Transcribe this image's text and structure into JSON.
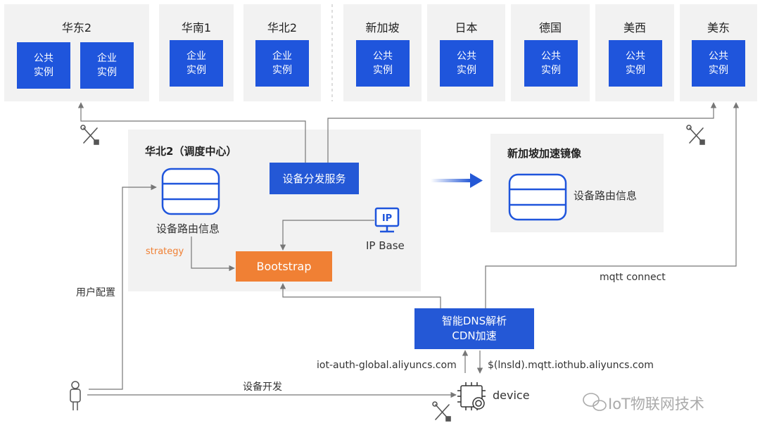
{
  "regions": [
    {
      "name": "华东2",
      "instances": [
        "公共\n实例",
        "企业\n实例"
      ]
    },
    {
      "name": "华南1",
      "instances": [
        "企业\n实例"
      ]
    },
    {
      "name": "华北2",
      "instances": [
        "企业\n实例"
      ]
    },
    {
      "name": "新加坡",
      "instances": [
        "公共\n实例"
      ]
    },
    {
      "name": "日本",
      "instances": [
        "公共\n实例"
      ]
    },
    {
      "name": "德国",
      "instances": [
        "公共\n实例"
      ]
    },
    {
      "name": "美西",
      "instances": [
        "公共\n实例"
      ]
    },
    {
      "name": "美东",
      "instances": [
        "公共\n实例"
      ]
    }
  ],
  "center": {
    "title": "华北2（调度中心）",
    "db_label": "设备路由信息",
    "distribution_service": "设备分发服务",
    "strategy": "strategy",
    "bootstrap": "Bootstrap",
    "ip_icon_text": "IP",
    "ip_base": "IP Base"
  },
  "mirror": {
    "title": "新加坡加速镜像",
    "db_label": "设备路由信息"
  },
  "dns": {
    "label": "智能DNS解析\nCDN加速"
  },
  "labels": {
    "user_config": "用户配置",
    "device_dev": "设备开发",
    "mqtt_connect": "mqtt connect",
    "auth_domain": "iot-auth-global.aliyuncs.com",
    "mqtt_domain": "$(lnsld).mqtt.iothub.aliyuncs.com",
    "device": "device"
  },
  "watermark": "IoT物联网技术",
  "colors": {
    "accent_blue": "#1f55dc",
    "orange": "#f08034",
    "panel_gray": "#f2f2f2"
  }
}
